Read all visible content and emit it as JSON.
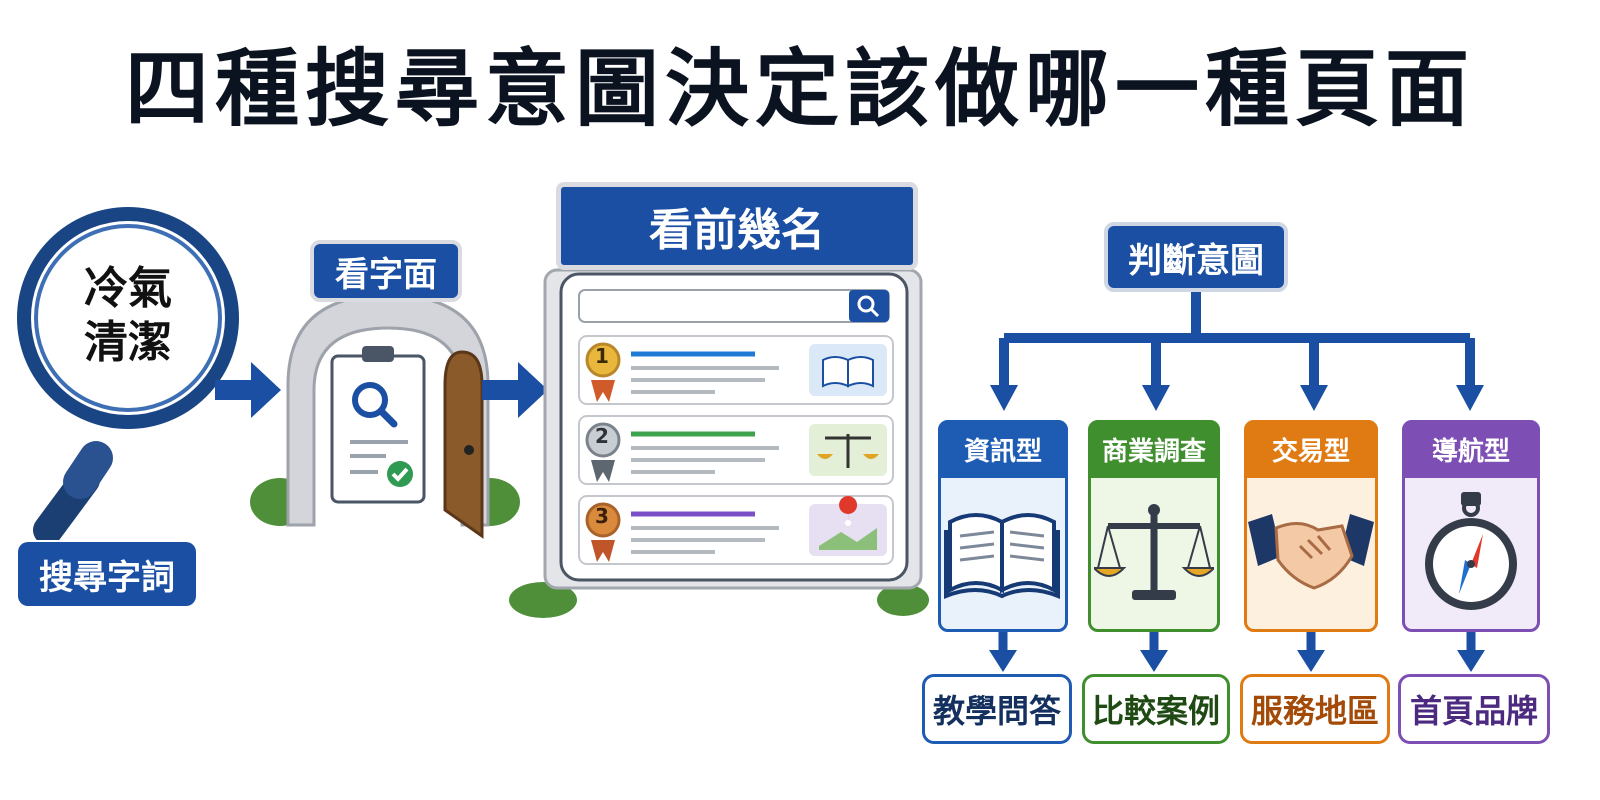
{
  "title": "四種搜尋意圖決定該做哪一種頁面",
  "search_term": {
    "line1": "冷氣",
    "line2": "清潔",
    "label": "搜尋字詞"
  },
  "step_look_text": "看字面",
  "step_top_results": "看前幾名",
  "ranks": [
    "1",
    "2",
    "3"
  ],
  "step_judge": "判斷意圖",
  "intents": [
    {
      "name": "資訊型",
      "icon": "book-icon",
      "result": "教學問答",
      "color": "#1e5bb3"
    },
    {
      "name": "商業調查",
      "icon": "scale-icon",
      "result": "比較案例",
      "color": "#3f8f2e"
    },
    {
      "name": "交易型",
      "icon": "handshake-icon",
      "result": "服務地區",
      "color": "#e07a12"
    },
    {
      "name": "導航型",
      "icon": "compass-icon",
      "result": "首頁品牌",
      "color": "#7d4fb5"
    }
  ],
  "colors": {
    "primary": "#1a4fa3",
    "navy": "#163a75"
  }
}
